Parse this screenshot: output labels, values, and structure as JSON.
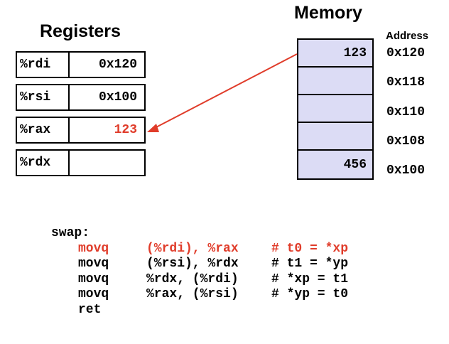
{
  "titles": {
    "registers": "Registers",
    "memory": "Memory",
    "address_header": "Address"
  },
  "registers": [
    {
      "name": "%rdi",
      "value": "0x120",
      "highlight": false
    },
    {
      "name": "%rsi",
      "value": "0x100",
      "highlight": false
    },
    {
      "name": "%rax",
      "value": "123",
      "highlight": true
    },
    {
      "name": "%rdx",
      "value": "",
      "highlight": false
    }
  ],
  "memory": [
    {
      "value": "123",
      "address": "0x120"
    },
    {
      "value": "",
      "address": "0x118"
    },
    {
      "value": "",
      "address": "0x110"
    },
    {
      "value": "",
      "address": "0x108"
    },
    {
      "value": "456",
      "address": "0x100"
    }
  ],
  "code": {
    "label": "swap:",
    "lines": [
      {
        "op": "movq",
        "args": "(%rdi), %rax",
        "comment": "# t0 = *xp",
        "highlight": true
      },
      {
        "op": "movq",
        "args": "(%rsi), %rdx",
        "comment": "# t1 = *yp",
        "highlight": false
      },
      {
        "op": "movq",
        "args": "%rdx, (%rdi)",
        "comment": "# *xp = t1",
        "highlight": false
      },
      {
        "op": "movq",
        "args": "%rax, (%rsi)",
        "comment": "# *yp = t0",
        "highlight": false
      },
      {
        "op": "ret",
        "args": "",
        "comment": "",
        "highlight": false
      }
    ]
  },
  "colors": {
    "highlight": "#e03c2a",
    "memory_fill": "#dcdcf5"
  }
}
